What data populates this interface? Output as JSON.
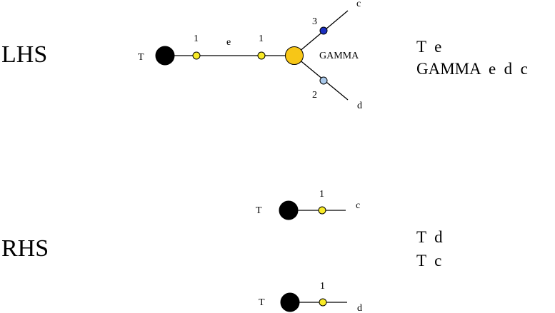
{
  "colors": {
    "black_node": "#000000",
    "yellow_node": "#f8ea27",
    "gamma_node": "#f7c617",
    "blue_node": "#1b2fc0",
    "light_blue_node": "#a8c8ea",
    "edge": "#000000"
  },
  "lhs": {
    "label": "LHS",
    "graph": {
      "t_label": "T",
      "edge_label_e": "e",
      "port_1a": "1",
      "port_1b": "1",
      "gamma_label": "GAMMA",
      "port_3": "3",
      "port_2": "2",
      "c_label": "c",
      "d_label": "d"
    },
    "text_lines": [
      "T  e",
      "GAMMA  e  d  c"
    ]
  },
  "rhs": {
    "label": "RHS",
    "graph_top": {
      "t_label": "T",
      "port": "1",
      "end_label": "c"
    },
    "graph_bottom": {
      "t_label": "T",
      "port": "1",
      "end_label": "d"
    },
    "text_lines": [
      "T  d",
      "T  c"
    ]
  }
}
